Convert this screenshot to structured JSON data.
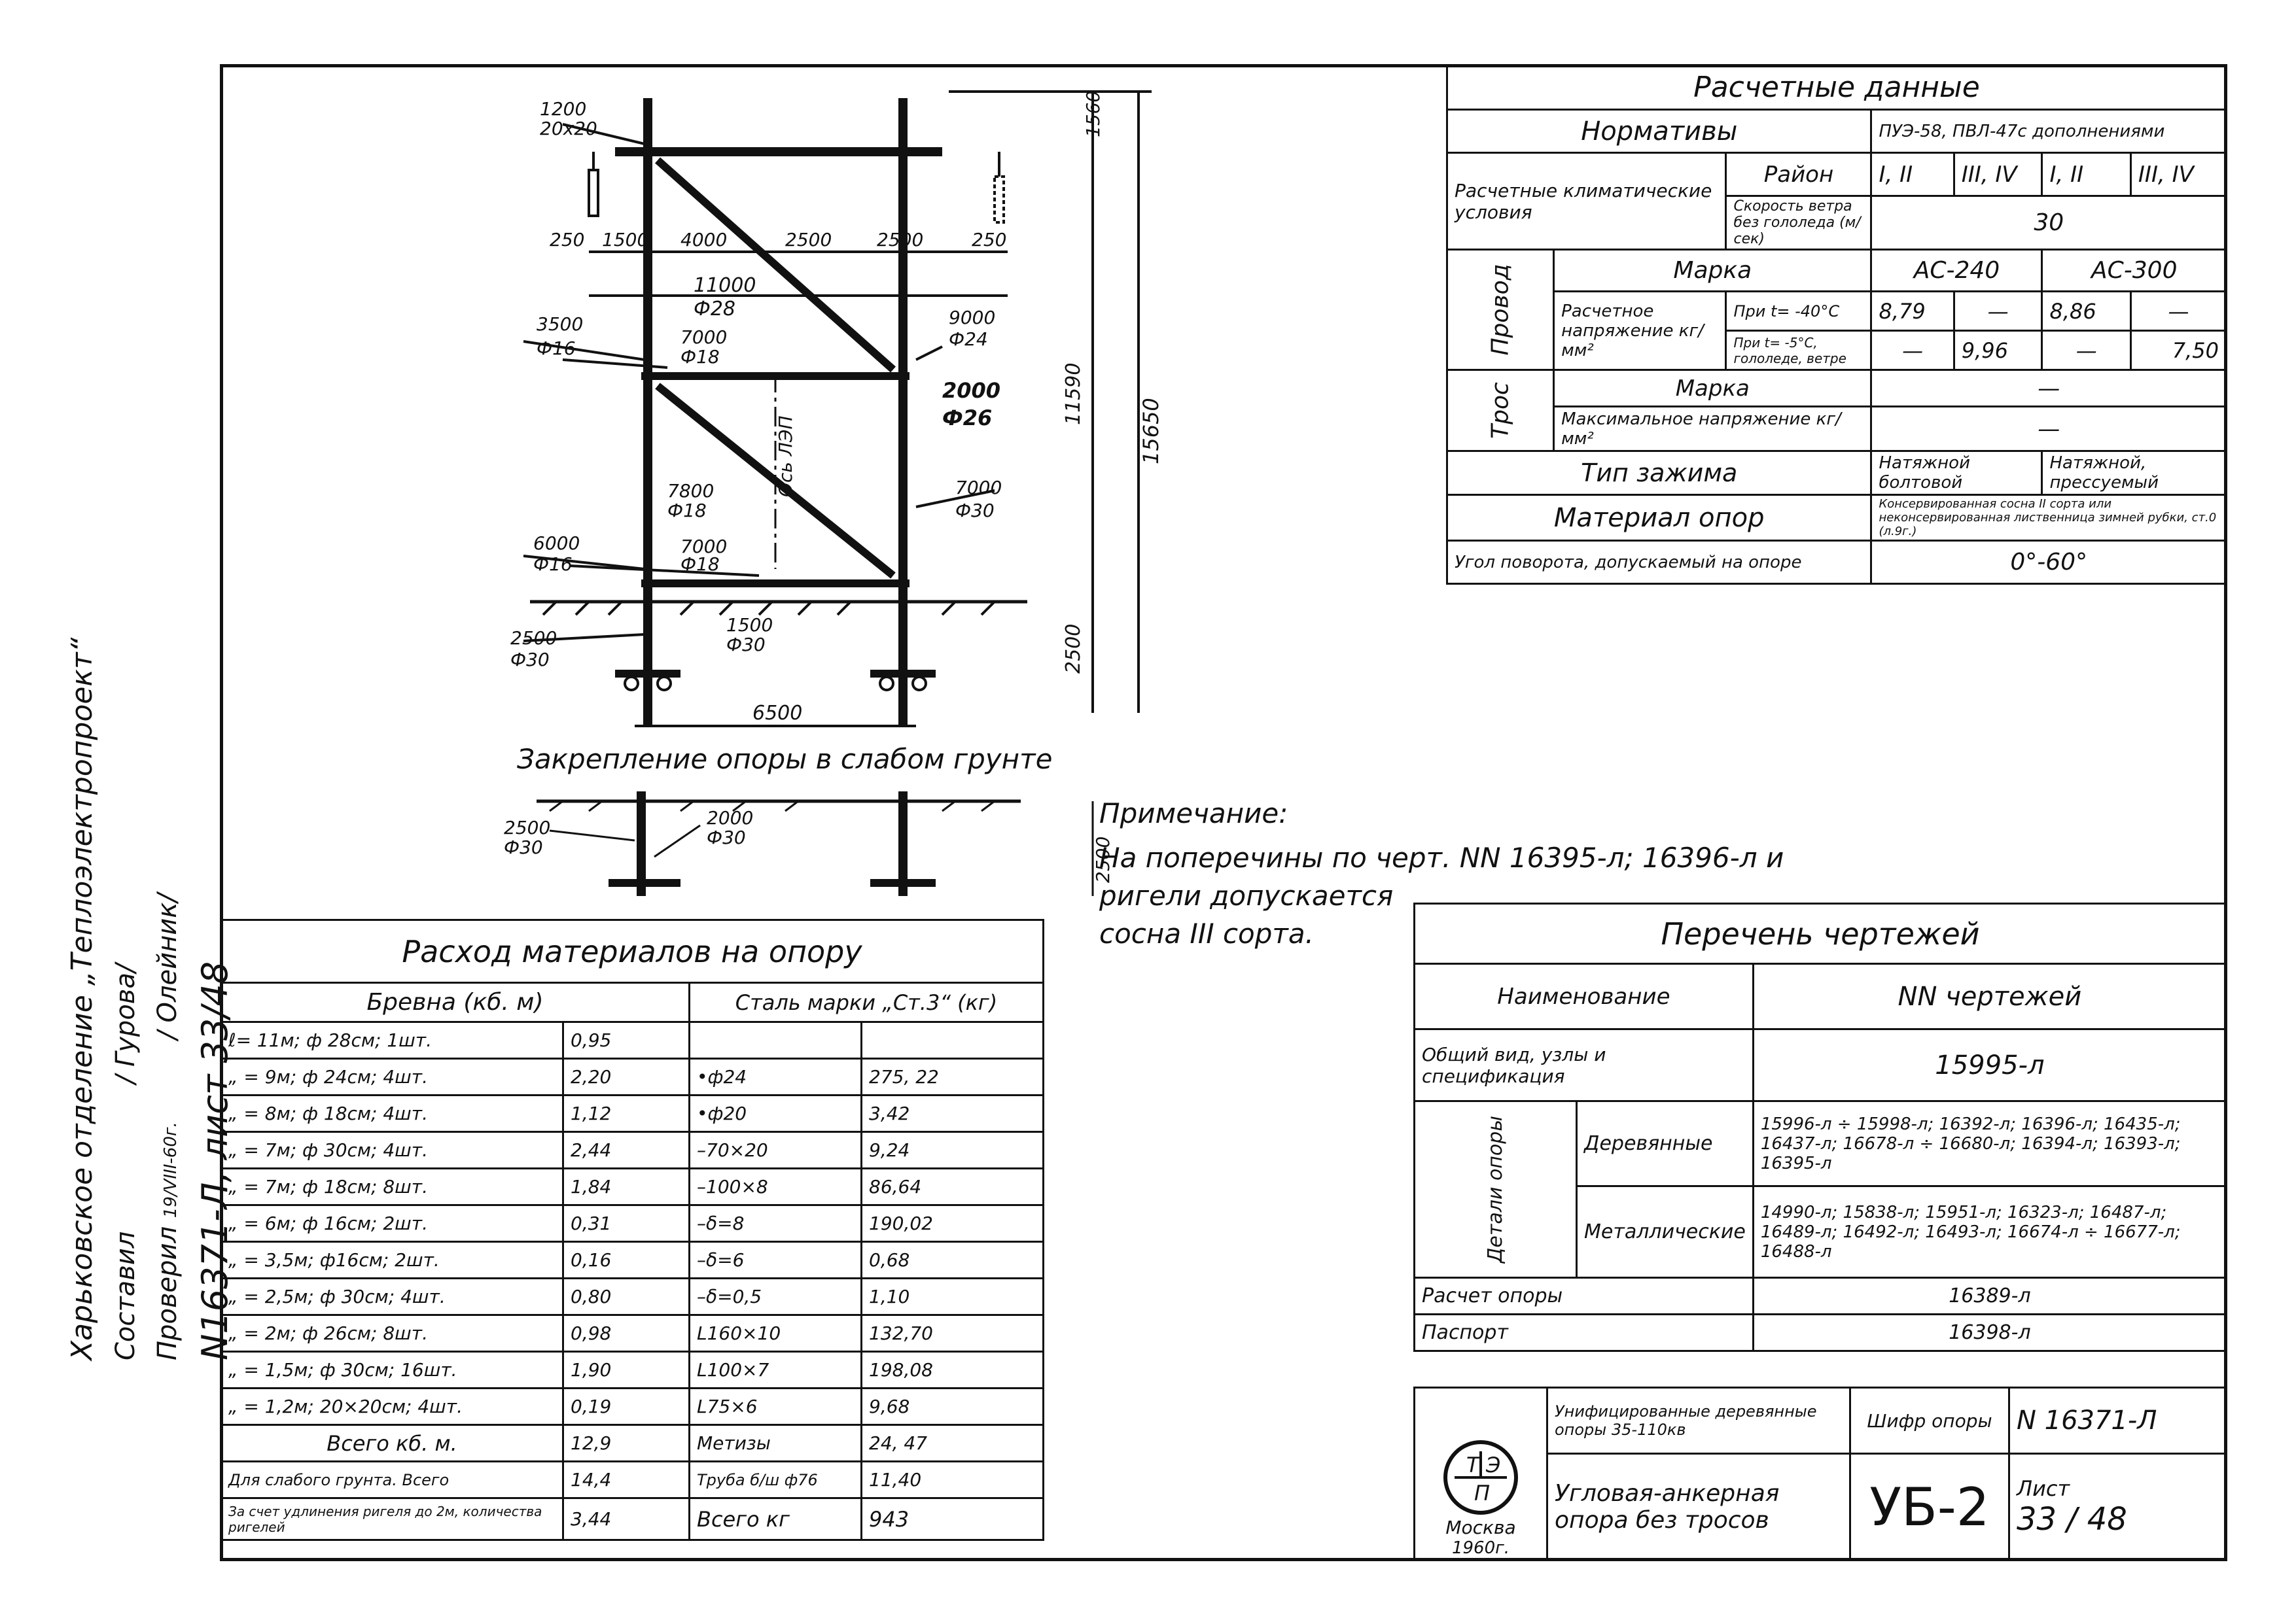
{
  "side_stamp": {
    "org": "Харьковское отделение „Теплоэлектропроект“",
    "compiled": "Составил",
    "compiled_name": "/ Гурова/",
    "checked": "Проверил",
    "checked_date": "19/VIII-60г.",
    "checked_name": "/ Олейник/",
    "sheet_ref": "N16371-Л, лист 33/48"
  },
  "drawing": {
    "dims_top": [
      "1200",
      "20х20",
      "250",
      "1500",
      "4000",
      "2500",
      "2500",
      "250",
      "1560"
    ],
    "span": "11000",
    "span_dia": "Ф28",
    "labels": [
      {
        "len": "3500",
        "dia": "Ф16"
      },
      {
        "len": "7000",
        "dia": "Ф18"
      },
      {
        "len": "9000",
        "dia": "Ф24"
      },
      {
        "len": "2000",
        "dia": "Ф26"
      },
      {
        "len": "7800",
        "dia": "Ф18"
      },
      {
        "len": "7000",
        "dia": "Ф30"
      },
      {
        "len": "6000",
        "dia": "Ф16"
      },
      {
        "len": "7000",
        "dia": "Ф18"
      },
      {
        "len": "2500",
        "dia": "Ф30"
      },
      {
        "len": "1500",
        "dia": "Ф30"
      }
    ],
    "axis_label": "Ось ЛЭП",
    "height_total": "15650",
    "height_upper": "11590",
    "height_lower": "2500",
    "base_width": "6500",
    "soft_ground_title": "Закрепление опоры в слабом грунте",
    "soft_labels": [
      {
        "len": "2500",
        "dia": "Ф30"
      },
      {
        "len": "2000",
        "dia": "Ф30"
      }
    ],
    "soft_height": "2500"
  },
  "note": {
    "title": "Примечание:",
    "line1": "На поперечины по черт. NN 16395-л; 16396-л и",
    "line2": "ригели допускается",
    "line3": "сосна III сорта."
  },
  "design_data": {
    "title": "Расчетные данные",
    "norms_label": "Нормативы",
    "norms_value": "ПУЭ-58, ПВЛ-47с дополнениями",
    "climate_label": "Расчетные климатические условия",
    "region_label": "Район",
    "regions": [
      "I, II",
      "III, IV",
      "I, II",
      "III, IV"
    ],
    "wind_label": "Скорость ветра без гололеда (м/сек)",
    "wind_value": "30",
    "wire_label": "Провод",
    "brand_label": "Марка",
    "brands": [
      "АС-240",
      "АС-300"
    ],
    "stress_label": "Расчетное напряжение кг/мм²",
    "cond1": "При t= -40°С",
    "cond2": "При t= -5°С, гололеде, ветре",
    "row1": [
      "8,79",
      "—",
      "8,86",
      "—"
    ],
    "row2": [
      "—",
      "9,96",
      "—",
      "7,50"
    ],
    "rope_label": "Трос",
    "rope_brand_label": "Марка",
    "rope_brand": "—",
    "rope_stress_label": "Максимальное напряжение кг/мм²",
    "rope_stress": "—",
    "clamp_label": "Тип зажима",
    "clamp1": "Натяжной болтовой",
    "clamp2": "Натяжной, прессуемый",
    "material_label": "Материал опор",
    "material_value": "Консервированная сосна II сорта или неконсервированная лиственница зимней рубки, ст.0 (л.9г.)",
    "angle_label": "Угол поворота, допускаемый на опоре",
    "angle_value": "0°-60°"
  },
  "materials": {
    "title": "Расход материалов на опору",
    "col_logs": "Бревна (кб. м)",
    "col_steel": "Сталь марки „Ст.3“ (кг)",
    "rows": [
      {
        "log": "ℓ= 11м; ф 28см;   1шт.",
        "vol": "0,95",
        "steel": "",
        "kg": ""
      },
      {
        "log": "„ = 9м; ф 24см;   4шт.",
        "vol": "2,20",
        "steel": "•ф24",
        "kg": "275, 22"
      },
      {
        "log": "„ = 8м; ф 18см;   4шт.",
        "vol": "1,12",
        "steel": "•ф20",
        "kg": "3,42"
      },
      {
        "log": "„ = 7м; ф 30см;   4шт.",
        "vol": "2,44",
        "steel": "–70×20",
        "kg": "9,24"
      },
      {
        "log": "„ = 7м; ф 18см;   8шт.",
        "vol": "1,84",
        "steel": "–100×8",
        "kg": "86,64"
      },
      {
        "log": "„ = 6м; ф 16см;   2шт.",
        "vol": "0,31",
        "steel": "–δ=8",
        "kg": "190,02"
      },
      {
        "log": "„ = 3,5м; ф16см;  2шт.",
        "vol": "0,16",
        "steel": "–δ=6",
        "kg": "0,68"
      },
      {
        "log": "„ = 2,5м; ф 30см; 4шт.",
        "vol": "0,80",
        "steel": "–δ=0,5",
        "kg": "1,10"
      },
      {
        "log": "„ = 2м; ф 26см;   8шт.",
        "vol": "0,98",
        "steel": "L160×10",
        "kg": "132,70"
      },
      {
        "log": "„ = 1,5м; ф 30см; 16шт.",
        "vol": "1,90",
        "steel": "L100×7",
        "kg": "198,08"
      },
      {
        "log": "„ = 1,2м; 20×20см; 4шт.",
        "vol": "0,19",
        "steel": "L75×6",
        "kg": "9,68"
      }
    ],
    "total_label": "Всего   кб. м.",
    "total_vol": "12,9",
    "hardware_label": "Метизы",
    "hardware_kg": "24, 47",
    "soft_label": "Для слабого грунта. Всего",
    "soft_vol": "14,4",
    "pipe_label": "Труба б/ш ф76",
    "pipe_kg": "11,40",
    "ext_label": "За счет удлинения ригеля до 2м, количества ригелей",
    "ext_vol": "3,44",
    "steel_total_label": "Всего   кг",
    "steel_total": "943"
  },
  "drawings_list": {
    "title": "Перечень чертежей",
    "col_name": "Наименование",
    "col_nums": "NN чертежей",
    "general_label": "Общий вид, узлы и спецификация",
    "general_value": "15995-л",
    "details_label": "Детали опоры",
    "wood_label": "Деревянные",
    "wood_value": "15996-л ÷ 15998-л; 16392-л; 16396-л; 16435-л; 16437-л; 16678-л ÷ 16680-л; 16394-л; 16393-л; 16395-л",
    "metal_label": "Металлические",
    "metal_value": "14990-л; 15838-л; 15951-л; 16323-л; 16487-л; 16489-л; 16492-л; 16493-л; 16674-л ÷ 16677-л; 16488-л",
    "calc_label": "Расчет опоры",
    "calc_value": "16389-л",
    "passport_label": "Паспорт",
    "passport_value": "16398-л"
  },
  "title_block": {
    "logo_letters": [
      "Т",
      "Э",
      "П"
    ],
    "city": "Москва",
    "year": "1960г.",
    "series": "Унифицированные деревянные опоры 35-110кв",
    "name": "Угловая-анкерная опора без тросов",
    "code_label": "Шифр опоры",
    "code": "УБ-2",
    "doc_no": "N 16371-Л",
    "sheet_label": "Лист",
    "sheet": "33 / 48"
  }
}
